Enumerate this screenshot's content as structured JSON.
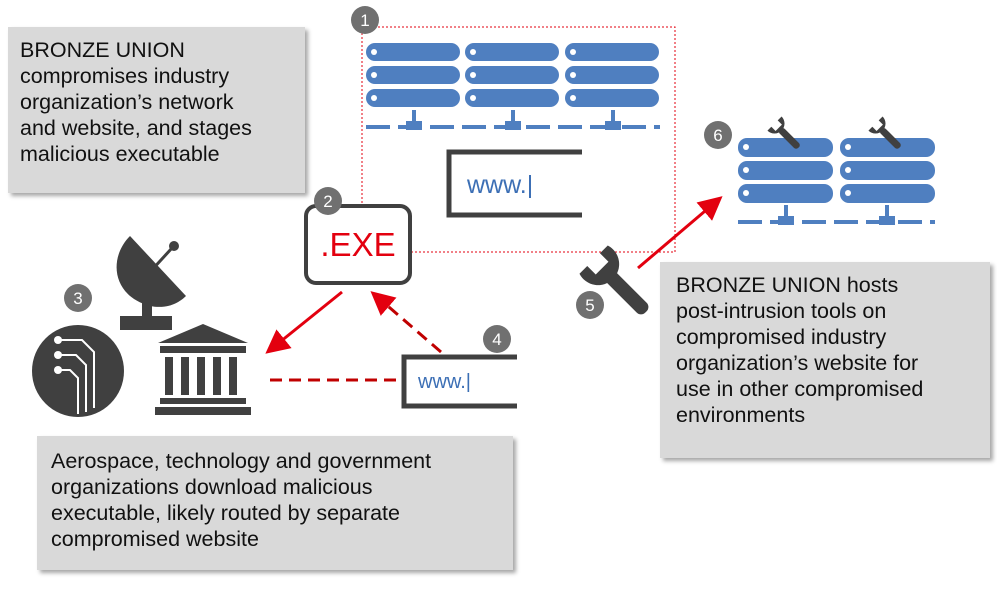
{
  "text_boxes": {
    "top_left": "BRONZE UNION\ncompromises industry\norganization’s network\nand website, and stages\nmalicious executable",
    "bottom": "Aerospace, technology and government\norganizations download malicious\nexecutable, likely routed by separate\ncompromised website",
    "right": "BRONZE UNION hosts\npost-intrusion tools on\ncompromised industry\norganization’s website for\nuse in other compromised\nenvironments"
  },
  "steps": [
    "1",
    "2",
    "3",
    "4",
    "5",
    "6"
  ],
  "labels": {
    "exe": ".EXE",
    "www_main": "www.|",
    "www_small": "www.|"
  },
  "colors": {
    "server_blue": "#4f7fc0",
    "arrow_red": "#e3000f",
    "badge_gray": "#707070",
    "icon_dark": "#404040",
    "box_fill": "#d9d9d9"
  },
  "icons": [
    "server-rack-icon",
    "executable-file-icon",
    "satellite-dish-icon",
    "government-building-icon",
    "circuit-icon",
    "browser-window-icon",
    "wrench-icon"
  ]
}
